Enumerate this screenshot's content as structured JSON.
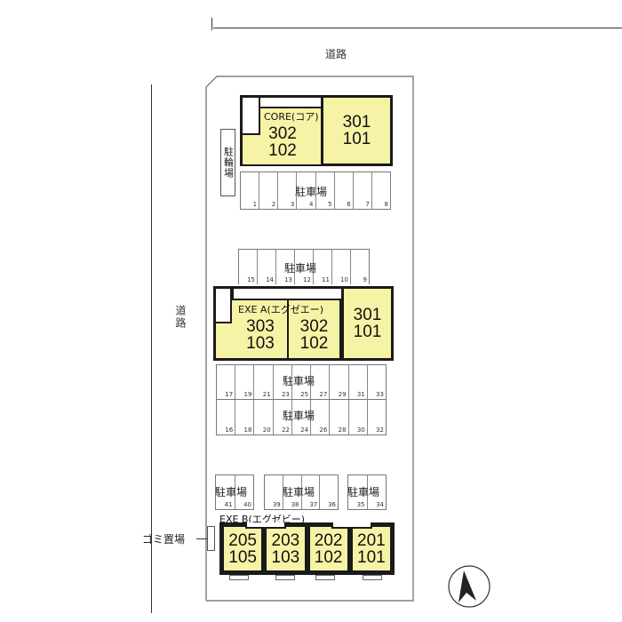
{
  "roads": {
    "top_label": "道路",
    "left_label": "道路"
  },
  "bicycle_parking": "駐輪場",
  "garbage": "ゴミ置場",
  "parking_label": "駐車場",
  "buildings": {
    "core": {
      "name": "CORE(コア)",
      "units": [
        {
          "upper": "302",
          "lower": "102"
        },
        {
          "upper": "301",
          "lower": "101"
        }
      ]
    },
    "exe_a": {
      "name": "EXE A(エグゼエー)",
      "units": [
        {
          "upper": "303",
          "lower": "103"
        },
        {
          "upper": "302",
          "lower": "102"
        },
        {
          "upper": "301",
          "lower": "101"
        }
      ]
    },
    "exe_b": {
      "name": "EXE B(エグゼビー)",
      "units": [
        {
          "upper": "205",
          "lower": "105"
        },
        {
          "upper": "203",
          "lower": "103"
        },
        {
          "upper": "202",
          "lower": "102"
        },
        {
          "upper": "201",
          "lower": "101"
        }
      ]
    }
  },
  "parking": {
    "row1": [
      "1",
      "2",
      "3",
      "4",
      "5",
      "6",
      "7",
      "8"
    ],
    "row2": [
      "15",
      "14",
      "13",
      "12",
      "11",
      "10",
      "9"
    ],
    "row3": [
      "17",
      "19",
      "21",
      "23",
      "25",
      "27",
      "29",
      "31",
      "33"
    ],
    "row4": [
      "16",
      "18",
      "20",
      "22",
      "24",
      "26",
      "28",
      "30",
      "32"
    ],
    "group_a": [
      "41",
      "40"
    ],
    "group_b": [
      "39",
      "38",
      "37",
      "36"
    ],
    "group_c": [
      "35",
      "34"
    ]
  },
  "colors": {
    "unit_fill": "#f7f3a6",
    "outline": "#1a1a1a"
  }
}
